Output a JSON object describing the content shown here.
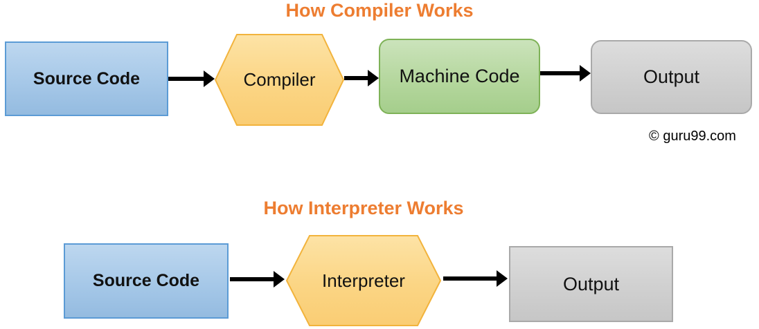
{
  "diagrams": [
    {
      "title": "How Compiler Works",
      "nodes": [
        {
          "label": "Source Code",
          "shape": "rectangle",
          "fill": "blue"
        },
        {
          "label": "Compiler",
          "shape": "hexagon",
          "fill": "orange"
        },
        {
          "label": "Machine Code",
          "shape": "rounded-rectangle",
          "fill": "green"
        },
        {
          "label": "Output",
          "shape": "rounded-rectangle",
          "fill": "gray"
        }
      ],
      "arrows": [
        "source-code-to-compiler",
        "compiler-to-machine-code",
        "machine-code-to-output"
      ]
    },
    {
      "title": "How Interpreter Works",
      "nodes": [
        {
          "label": "Source Code",
          "shape": "rectangle",
          "fill": "blue"
        },
        {
          "label": "Interpreter",
          "shape": "hexagon",
          "fill": "orange"
        },
        {
          "label": "Output",
          "shape": "rectangle",
          "fill": "gray"
        }
      ],
      "arrows": [
        "source-code-to-interpreter",
        "interpreter-to-output"
      ]
    }
  ],
  "watermark": "© guru99.com",
  "colors": {
    "title_accent": "#ED7D31",
    "blue_fill": "#A6C8E8",
    "blue_border": "#5B9BD5",
    "orange_fill": "#FBD584",
    "orange_border": "#F2B33C",
    "green_fill": "#B5D79E",
    "green_border": "#7EB257",
    "gray_fill": "#D0D0D0",
    "gray_border": "#A9A9A9",
    "arrow": "#000000"
  }
}
